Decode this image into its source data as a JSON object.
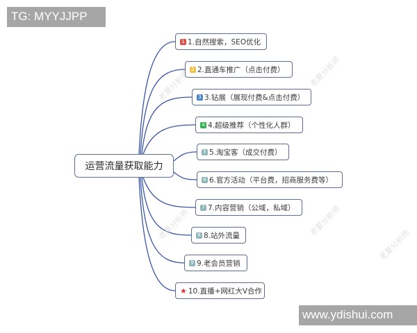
{
  "overlays": {
    "top_left_tag": "TG: MYYJJPP",
    "bottom_right_tag": "www.ydishui.com"
  },
  "mindmap": {
    "center": "运营流量获取能力",
    "branches": [
      {
        "marker": "1",
        "marker_type": "number-badge",
        "marker_color": "#d9534f",
        "label": "1.自然搜索，SEO优化"
      },
      {
        "marker": "2",
        "marker_type": "number-badge",
        "marker_color": "#f0c24a",
        "label": "2.直通车推广（点击付费）"
      },
      {
        "marker": "3",
        "marker_type": "number-badge",
        "marker_color": "#4a86c8",
        "label": "3.钻展（展现付费&点击付费）"
      },
      {
        "marker": "4",
        "marker_type": "number-badge",
        "marker_color": "#34b356",
        "label": "4.超级推荐（个性化人群）"
      },
      {
        "marker": "5",
        "marker_type": "number-badge",
        "marker_color": "#8fb5b8",
        "label": "5.淘宝客（成交付费）"
      },
      {
        "marker": "6",
        "marker_type": "number-badge",
        "marker_color": "#8fb5b8",
        "label": "6.官方活动（平台费，招商服务费等）"
      },
      {
        "marker": "7",
        "marker_type": "number-badge",
        "marker_color": "#8fb5b8",
        "label": "7.内容营销（公域，私域）"
      },
      {
        "marker": "8",
        "marker_type": "number-badge",
        "marker_color": "#8fb5b8",
        "label": "8.站外流量"
      },
      {
        "marker": "9",
        "marker_type": "number-badge",
        "marker_color": "#8fb5b8",
        "label": "9.老会员营销"
      },
      {
        "marker": "★",
        "marker_type": "star-icon",
        "marker_color": "#d9363e",
        "label": "10.直播+网红大V合作"
      }
    ]
  },
  "watermarks": [
    "老夏分析师",
    "老夏分析师",
    "老夏分析师",
    "老夏分析师",
    "老夏分析师"
  ],
  "colors": {
    "link_blue": "#3b55a6",
    "node_border": "#5b6d92",
    "overlay_gray": "#a6a6a6"
  }
}
